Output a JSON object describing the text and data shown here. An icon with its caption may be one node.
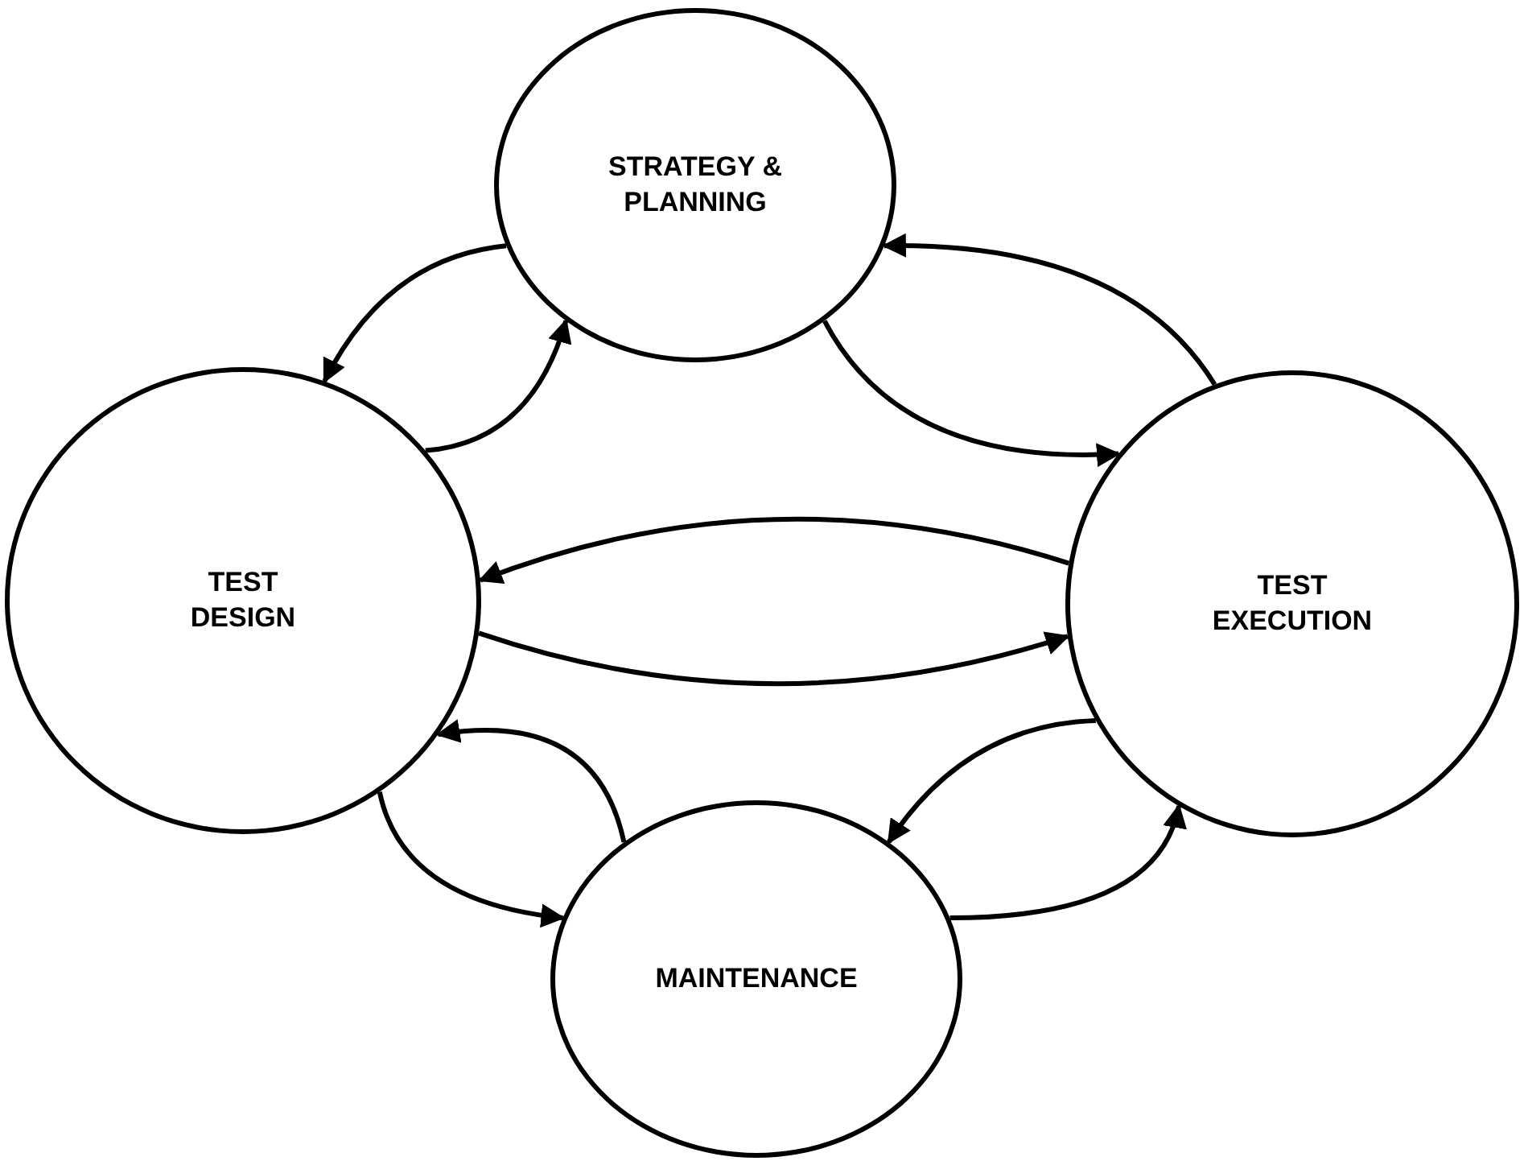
{
  "diagram": {
    "nodes": [
      {
        "text": [
          "STRATEGY & PLANNING"
        ]
      },
      {
        "text": [
          "TEST DESIGN"
        ]
      },
      {
        "text": [
          "TEST EXECUTION"
        ]
      },
      {
        "text": [
          "MAINTENANCE"
        ]
      }
    ],
    "edges": [
      {
        "from": 0,
        "to": 1,
        "arrow": "to"
      },
      {
        "from": 1,
        "to": 0,
        "arrow": "to"
      },
      {
        "from": 0,
        "to": 2,
        "arrow": "to"
      },
      {
        "from": 2,
        "to": 0,
        "arrow": "to"
      },
      {
        "from": 2,
        "to": 1,
        "arrow": "to"
      },
      {
        "from": 1,
        "to": 2,
        "arrow": "to"
      },
      {
        "from": 3,
        "to": 1,
        "arrow": "to"
      },
      {
        "from": 1,
        "to": 3,
        "arrow": "to"
      },
      {
        "from": 2,
        "to": 3,
        "arrow": "to"
      },
      {
        "from": 3,
        "to": 2,
        "arrow": "to"
      }
    ]
  }
}
